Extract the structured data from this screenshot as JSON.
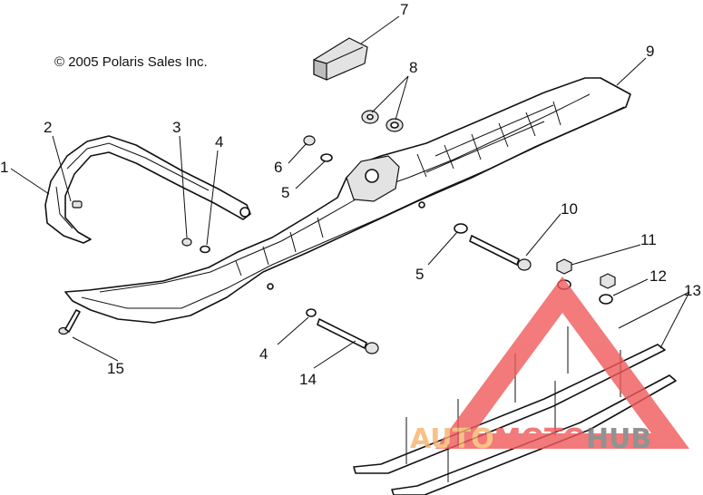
{
  "copyright": "© 2005 Polaris Sales Inc.",
  "callouts": [
    "1",
    "2",
    "3",
    "4",
    "5",
    "6",
    "7",
    "8",
    "9",
    "10",
    "11",
    "12",
    "13",
    "4",
    "5",
    "14",
    "15"
  ],
  "watermark": {
    "part1": "AUTO",
    "part2": "MOTO",
    "part3": "HUB",
    "color_red": "#f05a5a",
    "color_orange": "#f7b26a",
    "color_gray": "#777777"
  }
}
